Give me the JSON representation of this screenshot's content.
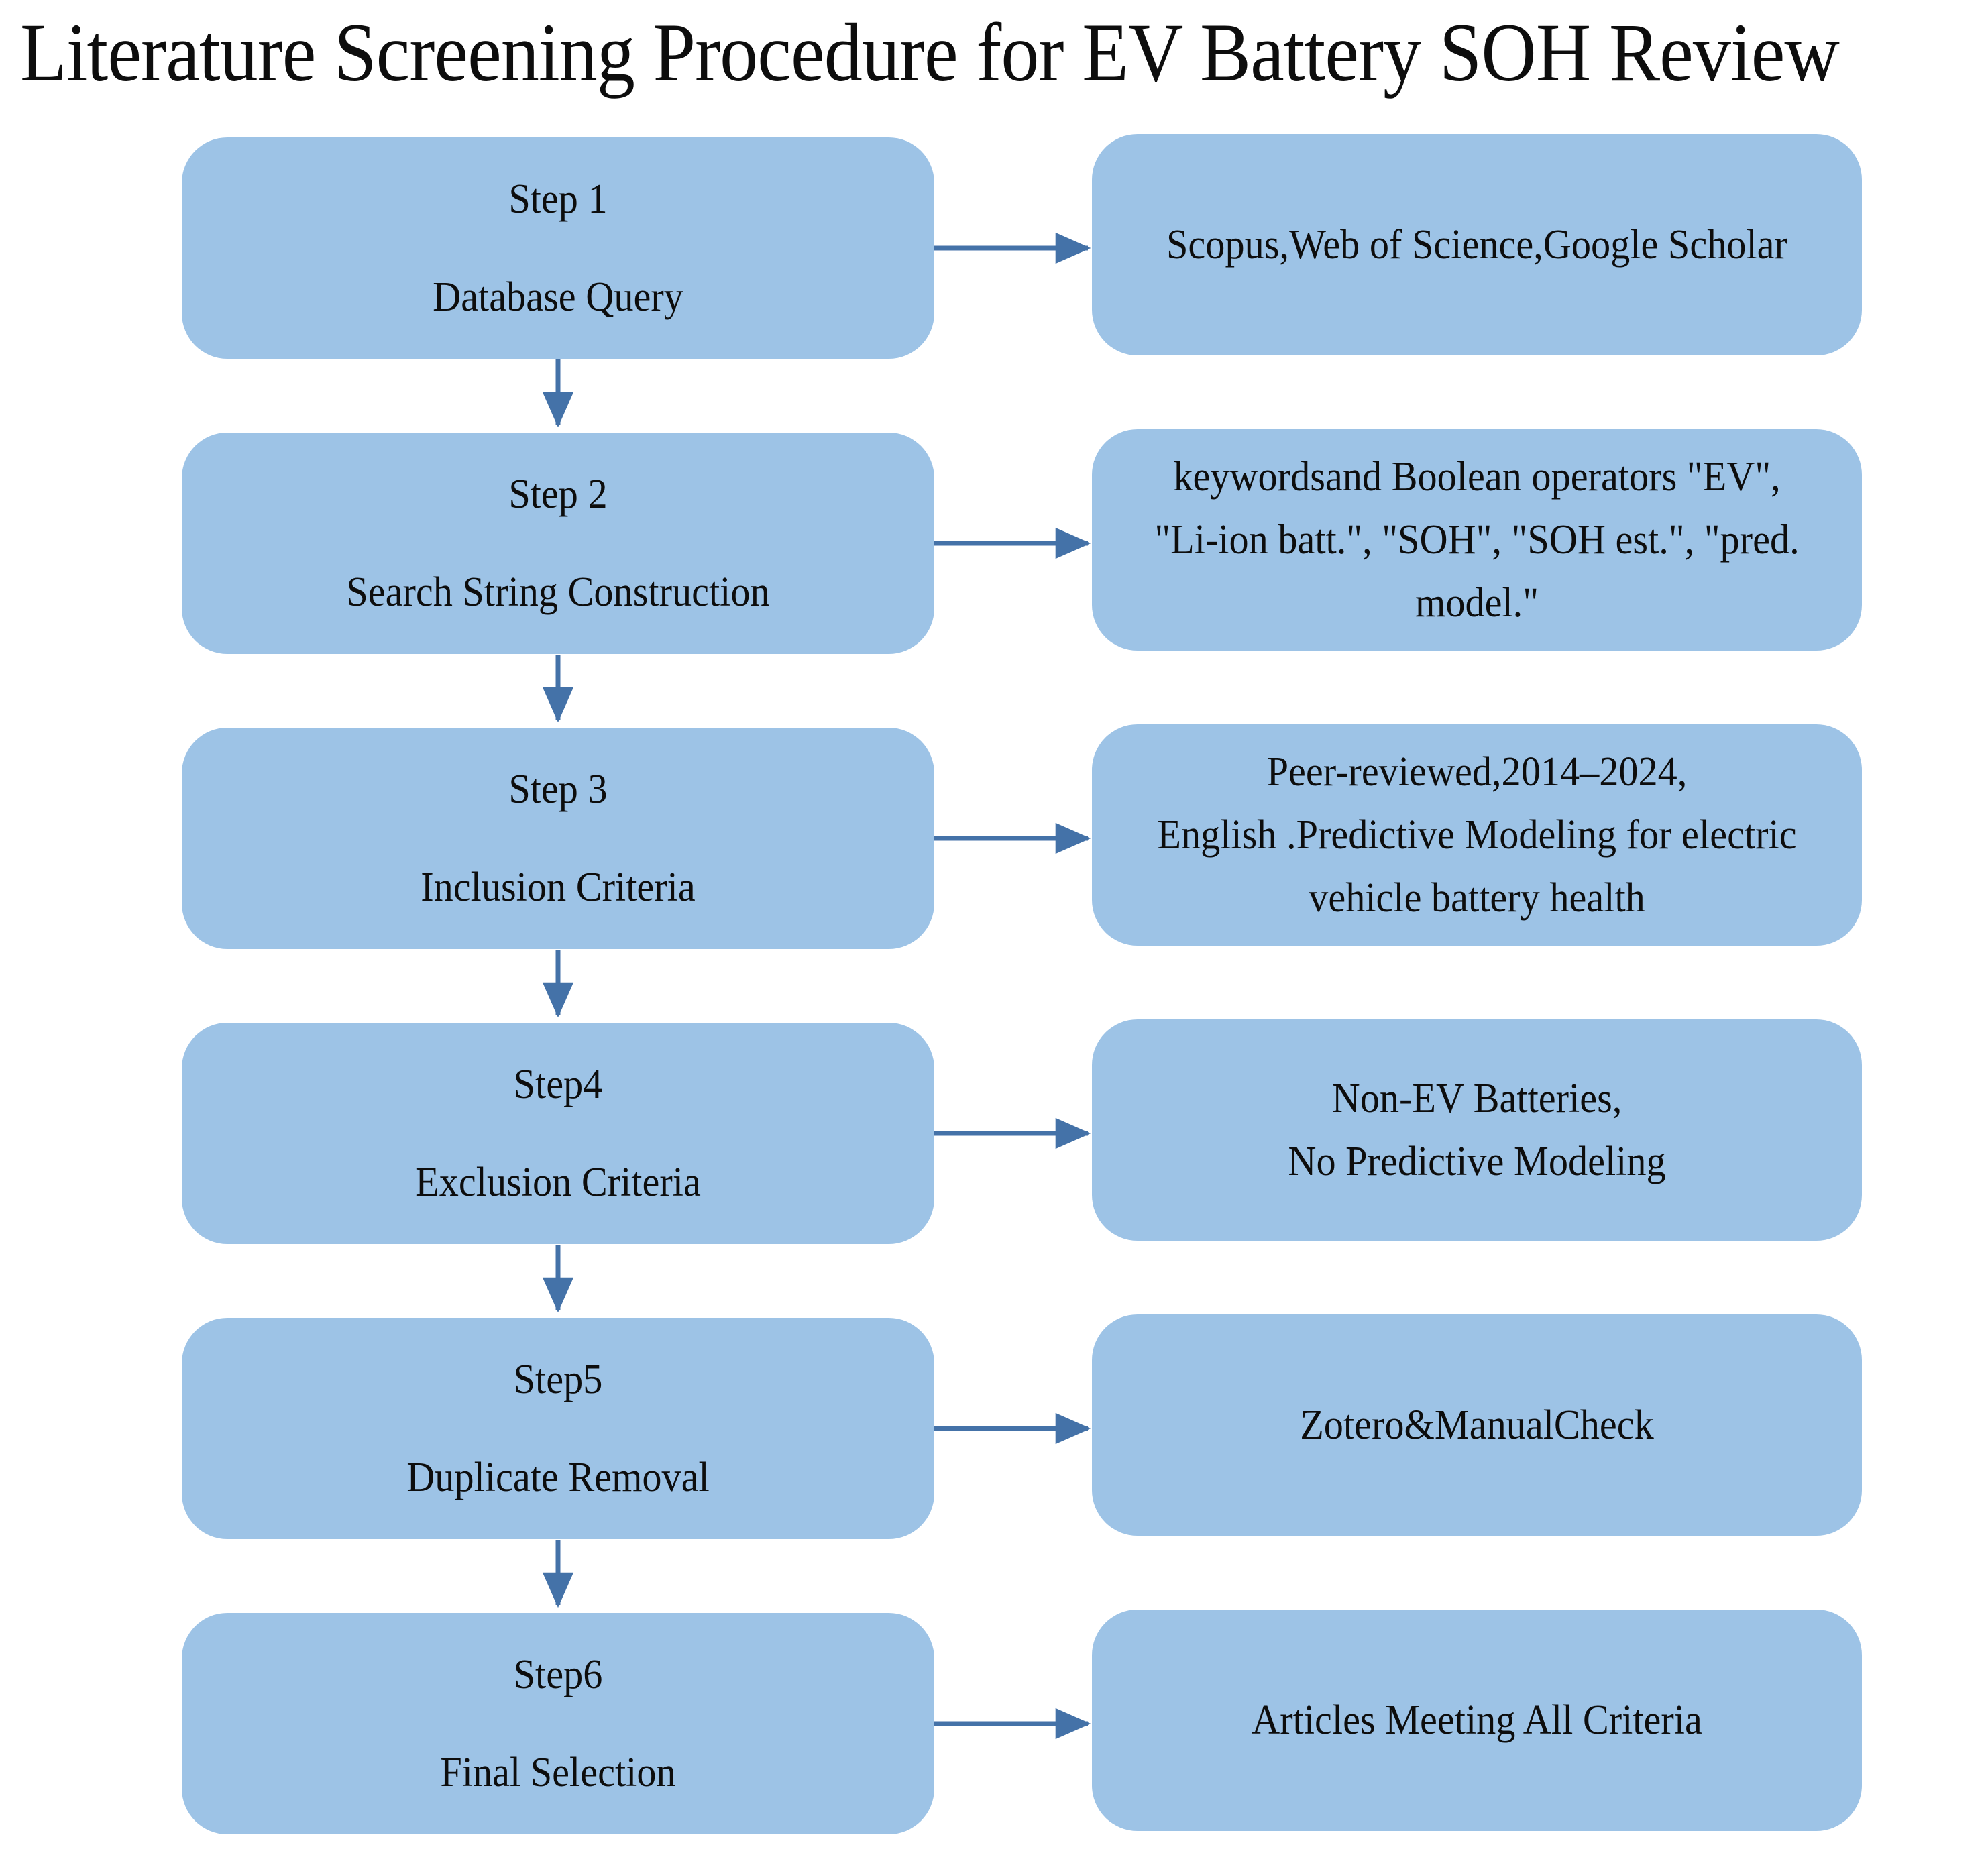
{
  "title": "Literature Screening Procedure for EV Battery SOH Review",
  "colors": {
    "node_fill": "#9DC3E6",
    "arrow": "#4472A8",
    "text": "#0D0D0D",
    "background": "#FFFFFF"
  },
  "flow": {
    "orientation": "vertical-chain-with-side-details",
    "steps": [
      {
        "id": "step1",
        "step_label": "Step 1",
        "name": "Database Query",
        "detail_lines": [
          "Scopus,Web of Science,Google Scholar"
        ]
      },
      {
        "id": "step2",
        "step_label": "Step 2",
        "name": "Search String Construction",
        "detail_lines": [
          "keywordsand Boolean operators \"EV\",",
          "\"Li-ion batt.\", \"SOH\", \"SOH est.\", \"pred.",
          "model.\""
        ]
      },
      {
        "id": "step3",
        "step_label": "Step 3",
        "name": "Inclusion Criteria",
        "detail_lines": [
          "Peer-reviewed,2014–2024,",
          "English .Predictive Modeling for electric",
          "vehicle battery health"
        ]
      },
      {
        "id": "step4",
        "step_label": "Step4",
        "name": "Exclusion Criteria",
        "detail_lines": [
          "Non-EV Batteries,",
          "No Predictive Modeling"
        ]
      },
      {
        "id": "step5",
        "step_label": "Step5",
        "name": "Duplicate Removal",
        "detail_lines": [
          "Zotero&ManualCheck"
        ]
      },
      {
        "id": "step6",
        "step_label": "Step6",
        "name": "Final Selection",
        "detail_lines": [
          "Articles Meeting All Criteria"
        ]
      }
    ],
    "connectors": {
      "vertical_count": 5,
      "horizontal_count": 6,
      "arrowhead": "filled-triangle"
    }
  }
}
